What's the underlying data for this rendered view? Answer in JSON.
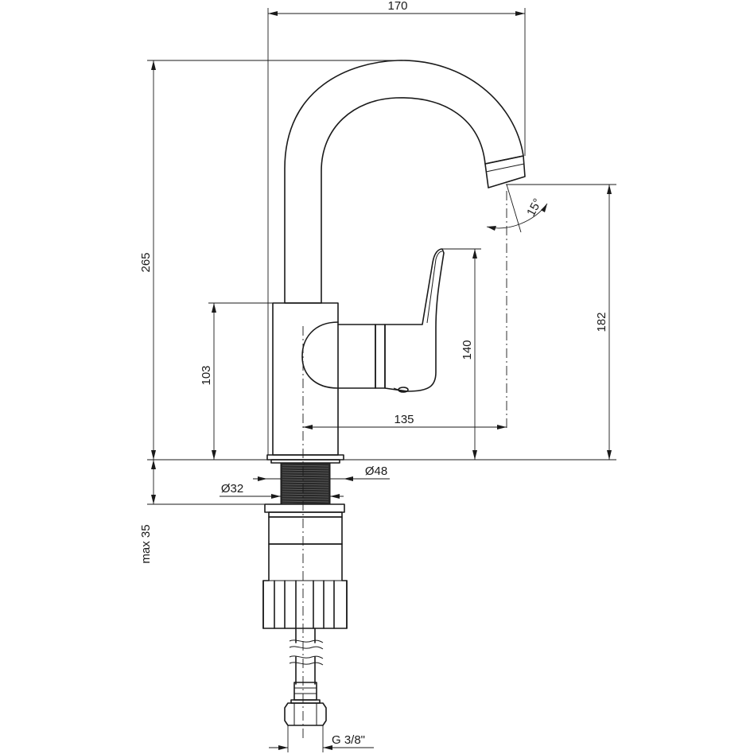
{
  "dimensions": {
    "overall_width": "170",
    "overall_height": "265",
    "spout_height": "182",
    "lever_height": "140",
    "body_height": "103",
    "spout_reach": "135",
    "swivel_angle": "15°",
    "base_diameter": "Ø48",
    "shank_diameter": "Ø32",
    "max_counter_thickness": "max 35",
    "connection_thread": "G 3/8\""
  }
}
